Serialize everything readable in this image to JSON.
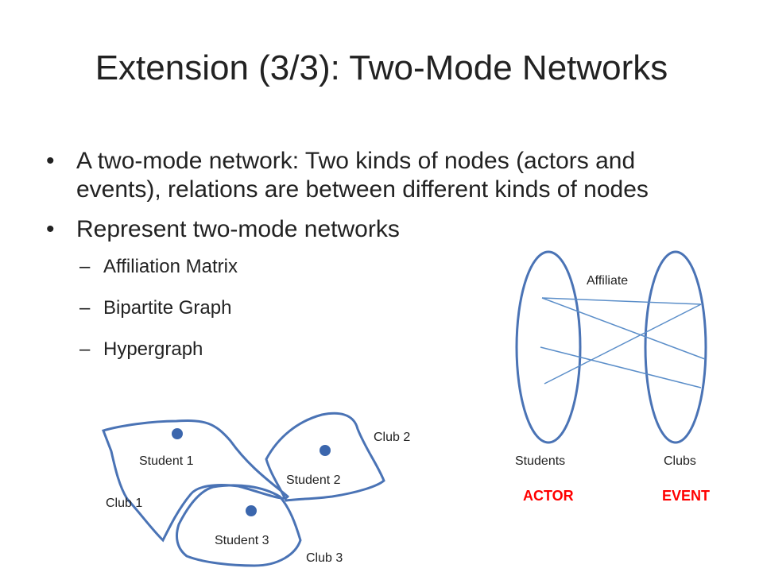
{
  "slide": {
    "title": "Extension (3/3): Two-Mode Networks",
    "bullets": [
      "A two-mode network: Two kinds of nodes (actors and events), relations are between different kinds of nodes",
      "Represent two-mode networks"
    ],
    "sub_bullets": [
      "Affiliation Matrix",
      "Bipartite Graph",
      "Hypergraph"
    ],
    "bullet_glyph": "•",
    "dash_glyph": "–"
  },
  "bipartite": {
    "affiliate_label": "Affiliate",
    "students_label": "Students",
    "clubs_label": "Clubs",
    "actor_label": "ACTOR",
    "event_label": "EVENT"
  },
  "hypergraph": {
    "student1": "Student 1",
    "student2": "Student 2",
    "student3": "Student 3",
    "club1": "Club 1",
    "club2": "Club 2",
    "club3": "Club 3"
  },
  "colors": {
    "outline": "#4a73b5",
    "edge": "#5b8ec9",
    "node": "#3b66ad",
    "highlight": "#ff0000"
  }
}
